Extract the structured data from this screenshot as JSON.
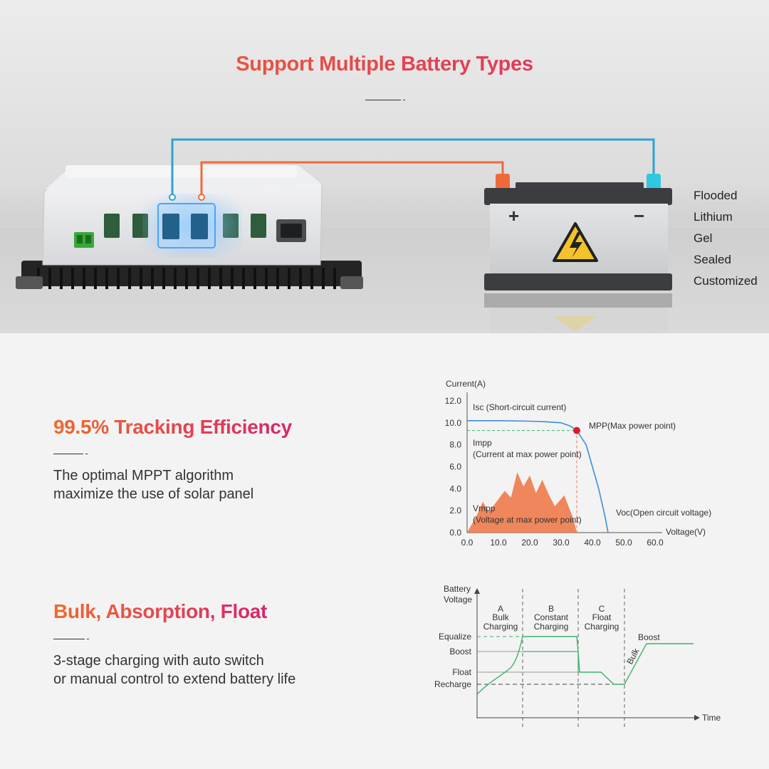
{
  "hero": {
    "title": "Support Multiple Battery Types",
    "battery_types": [
      "Flooded",
      "Lithium",
      "Gel",
      "Sealed",
      "Customized"
    ],
    "battery_plus": "+",
    "battery_minus": "−"
  },
  "colors": {
    "accent_start": "#f06a2c",
    "accent_end": "#d9246e",
    "wire_blue": "#2ea3cf",
    "wire_orange": "#ef6a3a",
    "curve_blue": "#3d8fd6",
    "mpp_red": "#e0182a",
    "fill_orange": "#f07a4a",
    "stage_green": "#3db36b"
  },
  "tracking": {
    "title": "99.5% Tracking Efficiency",
    "line1": "The optimal MPPT algorithm",
    "line2": "maximize the use of solar panel"
  },
  "bulk": {
    "title": "Bulk, Absorption, Float",
    "line1": "3-stage charging with auto switch",
    "line2": "or manual control to extend battery life"
  },
  "chart_data": [
    {
      "type": "line",
      "xlabel": "Voltage(V)",
      "ylabel": "Current(A)",
      "xlim": [
        0,
        60
      ],
      "ylim": [
        0,
        12
      ],
      "x_ticks": [
        "0.0",
        "10.0",
        "20.0",
        "30.0",
        "40.0",
        "50.0",
        "60.0"
      ],
      "y_ticks": [
        "0.0",
        "2.0",
        "4.0",
        "6.0",
        "8.0",
        "10.0",
        "12.0"
      ],
      "series": [
        {
          "x": [
            0,
            10,
            20,
            25,
            30,
            33,
            35,
            38,
            40,
            42,
            44,
            45
          ],
          "y": [
            10.2,
            10.2,
            10.15,
            10.1,
            10.0,
            9.7,
            9.3,
            8.0,
            6.0,
            4.0,
            1.5,
            0
          ]
        }
      ],
      "area_peaks": [
        {
          "x": 0,
          "y": 0
        },
        {
          "x": 3,
          "y": 1.5
        },
        {
          "x": 5,
          "y": 2.8
        },
        {
          "x": 7,
          "y": 1.9
        },
        {
          "x": 12,
          "y": 3.8
        },
        {
          "x": 14,
          "y": 3.2
        },
        {
          "x": 16,
          "y": 5.5
        },
        {
          "x": 18,
          "y": 4.2
        },
        {
          "x": 20,
          "y": 5.2
        },
        {
          "x": 22,
          "y": 3.6
        },
        {
          "x": 24,
          "y": 4.8
        },
        {
          "x": 26,
          "y": 3.5
        },
        {
          "x": 28,
          "y": 2.4
        },
        {
          "x": 31,
          "y": 3.4
        },
        {
          "x": 34,
          "y": 1.2
        },
        {
          "x": 35,
          "y": 0
        }
      ],
      "mpp": {
        "x": 35,
        "y": 9.3
      },
      "annotations": [
        "Isc (Short-circuit current)",
        "MPP(Max power point)",
        "Impp",
        "(Current at max power point)",
        "Vmpp",
        "(Voltage at max power point)",
        "Voc(Open circuit voltage)"
      ]
    },
    {
      "type": "line",
      "ylabel_lines": [
        "Battery",
        "Voltage"
      ],
      "xlabel": "Time",
      "levels": [
        "Equalize",
        "Boost",
        "Float",
        "Recharge"
      ],
      "stages": [
        {
          "letter": "A",
          "line1": "Bulk",
          "line2": "Charging"
        },
        {
          "letter": "B",
          "line1": "Constant",
          "line2": "Charging"
        },
        {
          "letter": "C",
          "line1": "Float",
          "line2": "Charging"
        }
      ],
      "bulk_label": "Bulk",
      "boost_label": "Boost"
    }
  ]
}
